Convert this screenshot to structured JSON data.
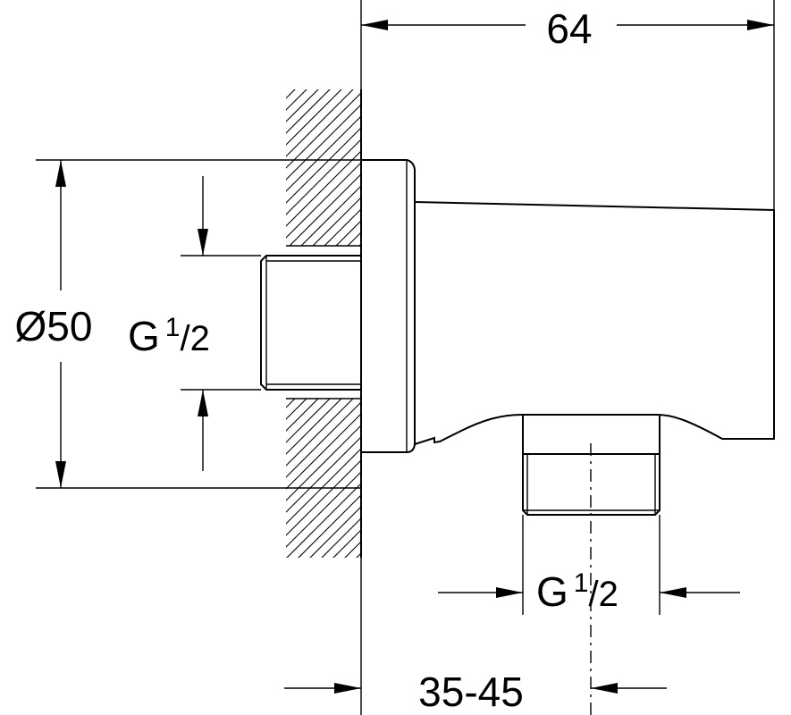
{
  "drawing": {
    "dimensions": {
      "overall_length": "64",
      "diameter": "Ø50",
      "wall_thread": {
        "main": "G",
        "sup": "1",
        "sub": "/2"
      },
      "outlet_thread": {
        "main": "G",
        "sup": "1",
        "sub": "/2"
      },
      "wall_depth": "35-45"
    },
    "colors": {
      "line": "#000000",
      "background": "#ffffff"
    }
  }
}
